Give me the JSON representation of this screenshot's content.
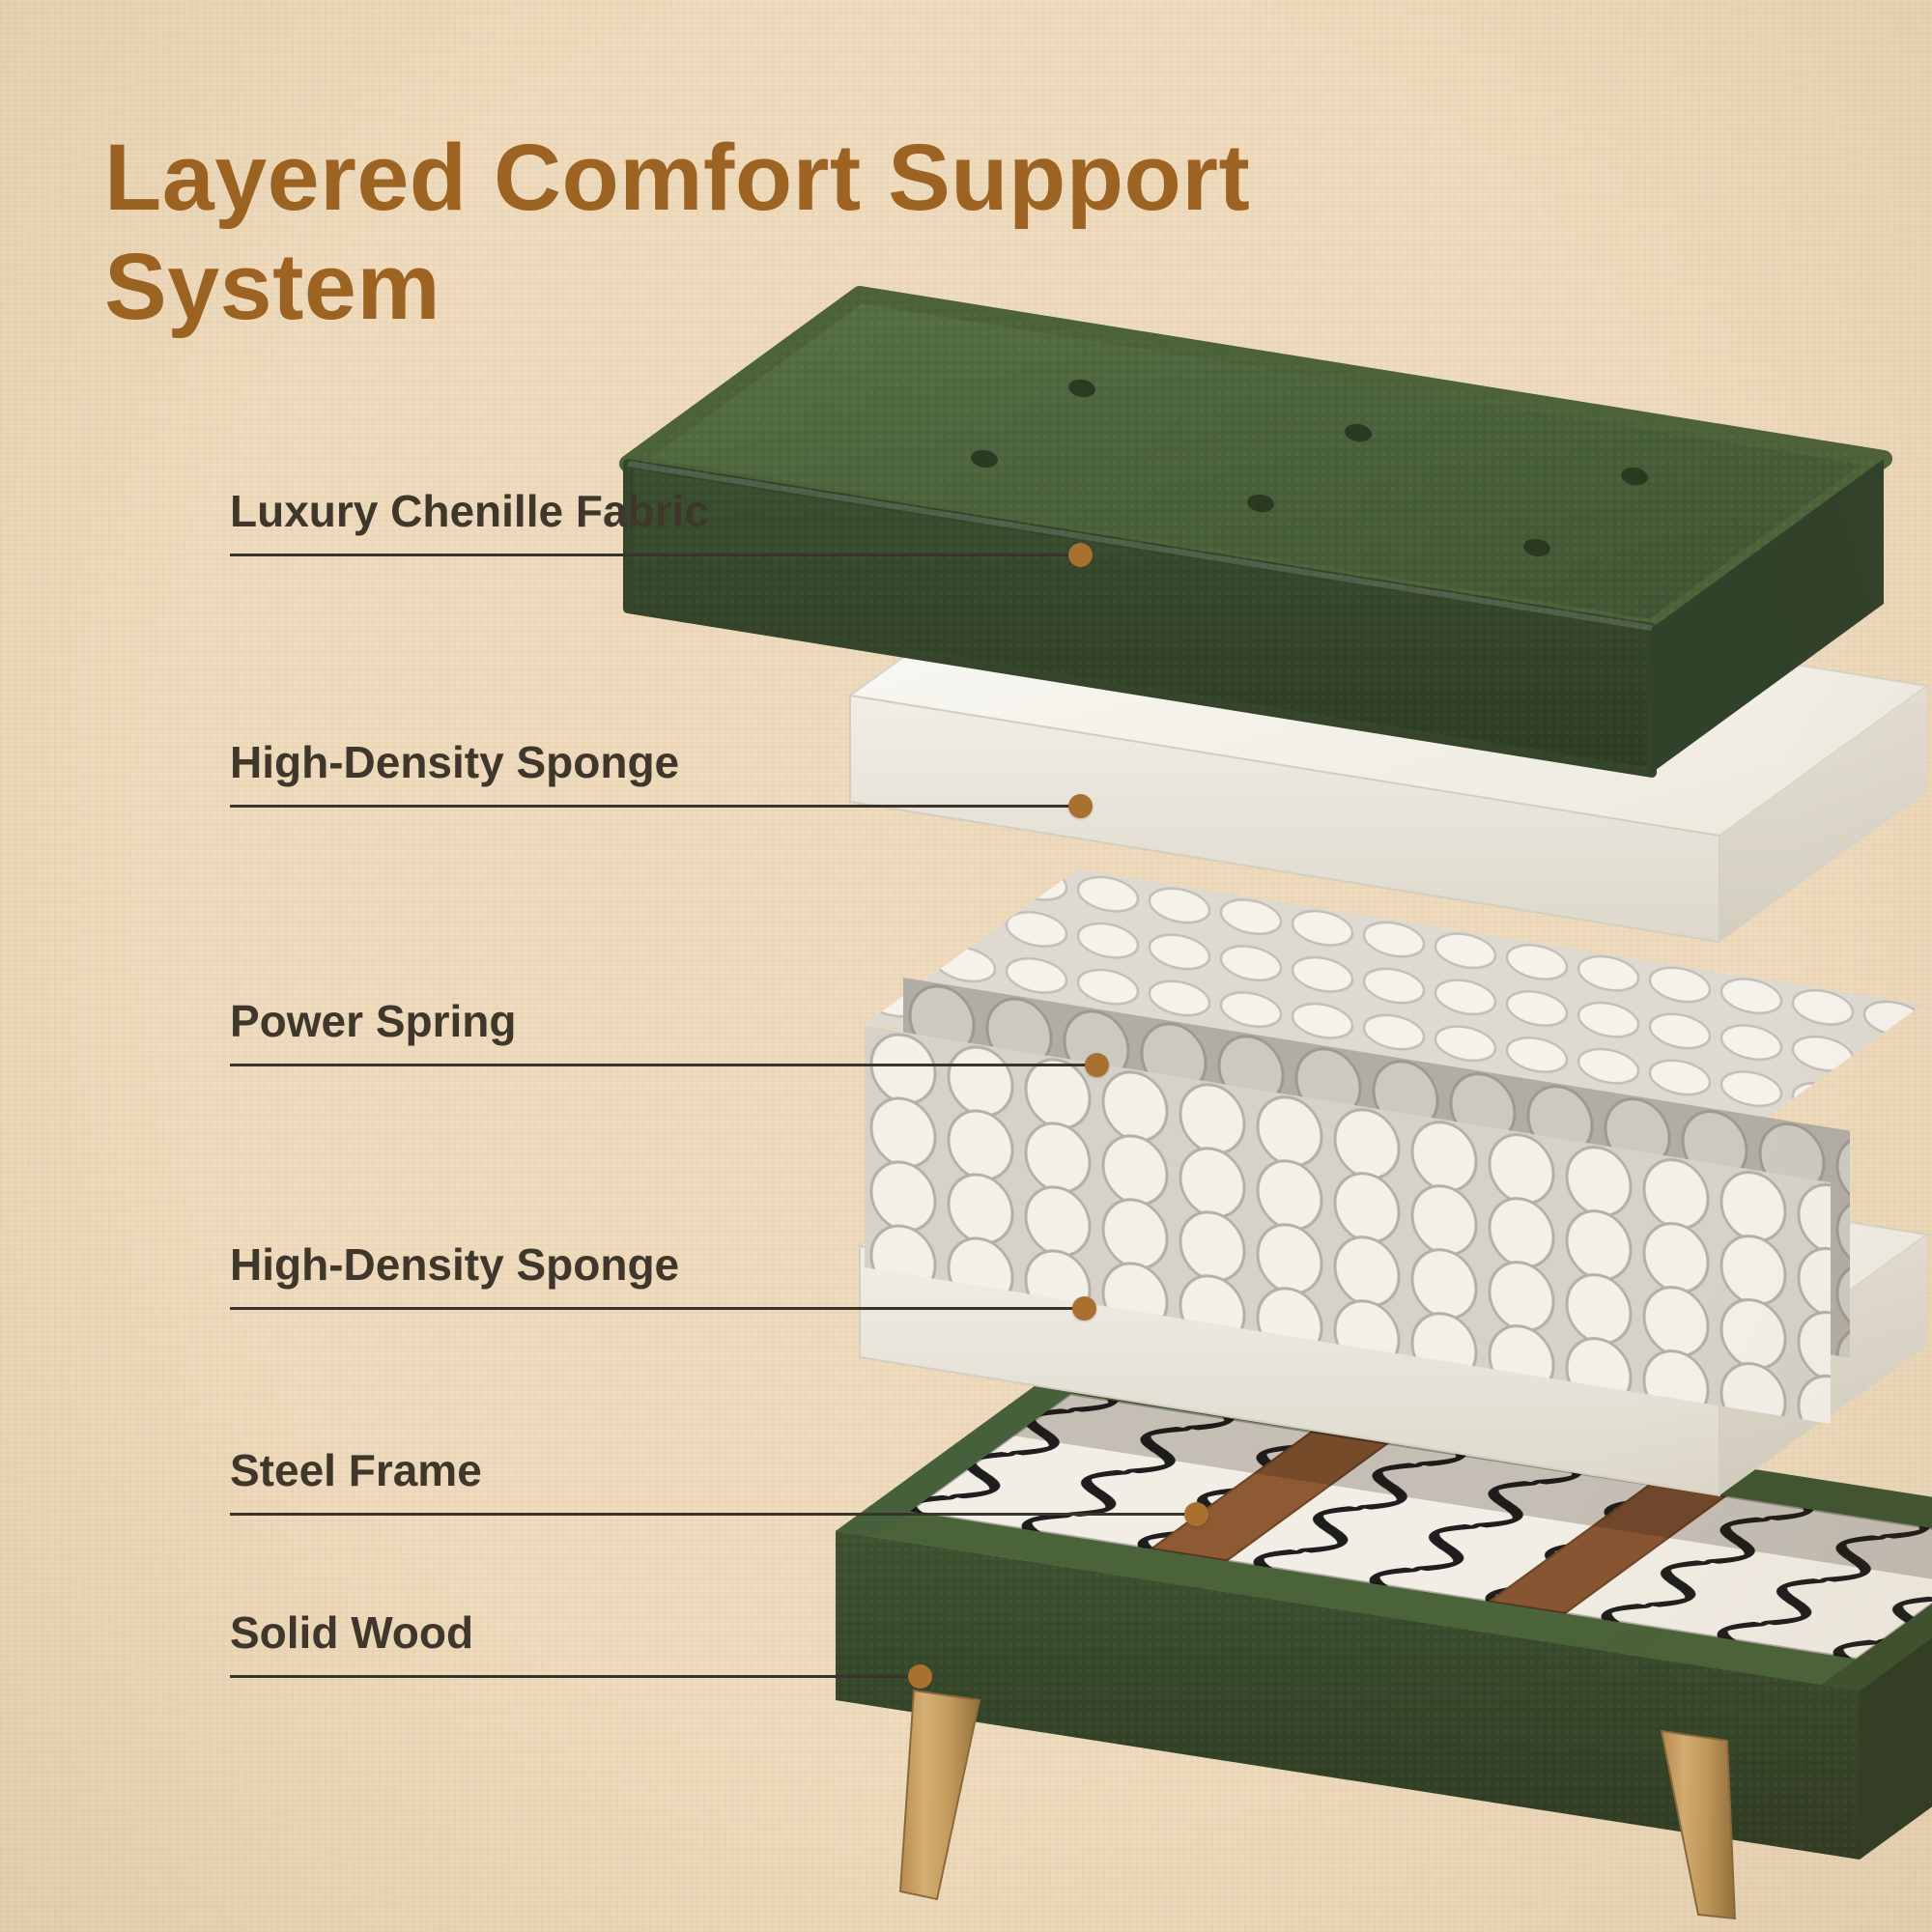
{
  "title": "Layered Comfort Support System",
  "callouts": [
    {
      "label": "Luxury Chenille Fabric"
    },
    {
      "label": "High-Density Sponge"
    },
    {
      "label": "Power Spring"
    },
    {
      "label": "High-Density Sponge"
    },
    {
      "label": "Steel Frame"
    },
    {
      "label": "Solid Wood"
    }
  ],
  "illustration": {
    "description": "Exploded view of upholstered storage bench showing stacked construction layers",
    "layers_top_to_bottom": [
      "green tufted chenille cushion",
      "white high-density sponge slab",
      "white pocketed power springs",
      "white high-density sponge slab",
      "green upholstered base frame with black steel sinuous springs",
      "tapered solid wood legs"
    ]
  },
  "colors": {
    "background": "#efdcbe",
    "title": "#9c6322",
    "label_text": "#3f372c",
    "leader_line": "#3a332b",
    "callout_dot": "#a9712f",
    "fabric_green": "#47603a",
    "fabric_green_dark": "#2d3c24",
    "foam_white": "#f1eee6",
    "spring_white": "#f3f0ea",
    "steel_spring_black": "#1e1e1e",
    "wood_leg": "#c9a368"
  }
}
